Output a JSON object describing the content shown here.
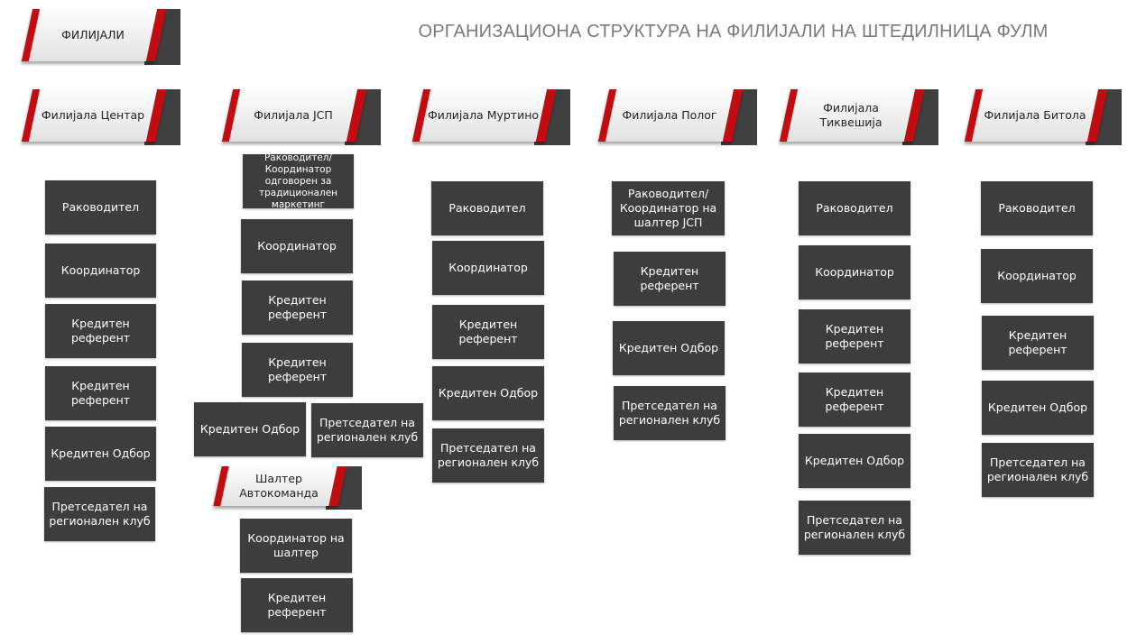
{
  "title": "ОРГАНИЗАЦИОНА СТРУКТУРА НА ФИЛИЈАЛИ НА ШТЕДИЛНИЦА ФУЛМ",
  "root": "ФИЛИЈАЛИ",
  "colors": {
    "accent_red": "#c10d12",
    "box_dark": "#3d3d3d",
    "title_gray": "#7a7a7a"
  },
  "branches": [
    {
      "name": "Филијала Центар",
      "roles": [
        "Раководител",
        "Координатор",
        "Кредитен референт",
        "Кредитен референт",
        "Кредитен Одбор",
        "Претседател на регионален клуб"
      ]
    },
    {
      "name": "Филијала ЈСП",
      "roles": [
        "Раководител/Координатор одговорен за традиционален маркетинг",
        "Координатор",
        "Кредитен референт",
        "Кредитен референт",
        "Кредитен Одбор",
        "Претседател на регионален клуб"
      ],
      "sub_unit": {
        "name": "Шалтер Автокоманда",
        "roles": [
          "Координатор на шалтер",
          "Кредитен референт"
        ]
      }
    },
    {
      "name": "Филијала Муртино",
      "roles": [
        "Раководител",
        "Координатор",
        "Кредитен референт",
        "Кредитен Одбор",
        "Претседател на регионален клуб"
      ]
    },
    {
      "name": "Филијала Полог",
      "roles": [
        "Раководител/Координатор на шалтер ЈСП",
        "Кредитен референт",
        "Кредитен Одбор",
        "Претседател на регионален клуб"
      ]
    },
    {
      "name": "Филијала Тиквешија",
      "roles": [
        "Раководител",
        "Координатор",
        "Кредитен референт",
        "Кредитен референт",
        "Кредитен Одбор",
        "Претседател на регионален клуб"
      ]
    },
    {
      "name": "Филијала Битола",
      "roles": [
        "Раководител",
        "Координатор",
        "Кредитен референт",
        "Кредитен Одбор",
        "Претседател на регионален клуб"
      ]
    }
  ]
}
